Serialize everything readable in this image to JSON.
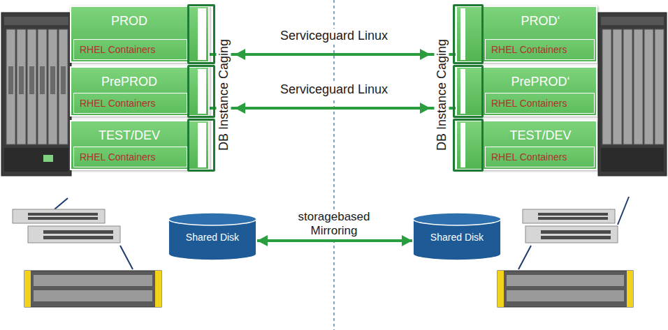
{
  "diagram": {
    "nodes": [
      {
        "text": [
          "PROD"
        ]
      },
      {
        "text": [
          "RHEL Containers"
        ],
        "in": 0
      },
      {
        "text": [
          "PrePROD"
        ]
      },
      {
        "text": [
          "RHEL Containers"
        ],
        "in": 2
      },
      {
        "text": [
          "TEST/DEV"
        ]
      },
      {
        "text": [
          "RHEL Containers"
        ],
        "in": 4
      },
      {
        "text": [
          "PROD‘"
        ]
      },
      {
        "text": [
          "RHEL Containers"
        ],
        "in": 6
      },
      {
        "text": [
          "PrePROD‘"
        ]
      },
      {
        "text": [
          "RHEL Containers"
        ],
        "in": 8
      },
      {
        "text": [
          "TEST/DEV"
        ]
      },
      {
        "text": [
          "RHEL Containers"
        ],
        "in": 10
      },
      {
        "text": [
          "Shared Disk"
        ]
      },
      {
        "text": [
          "Shared Disk"
        ]
      }
    ],
    "edges": [
      {
        "from": 0,
        "to": 6,
        "label": "Serviceguard Linux",
        "arrow": "both"
      },
      {
        "from": 2,
        "to": 8,
        "label": "Serviceguard Linux",
        "arrow": "both"
      },
      {
        "from": 12,
        "to": 13,
        "label": "storagebased Mirroring",
        "arrow": "both"
      }
    ],
    "labels": [
      "DB Instance Caging",
      "DB Instance Caging"
    ]
  }
}
